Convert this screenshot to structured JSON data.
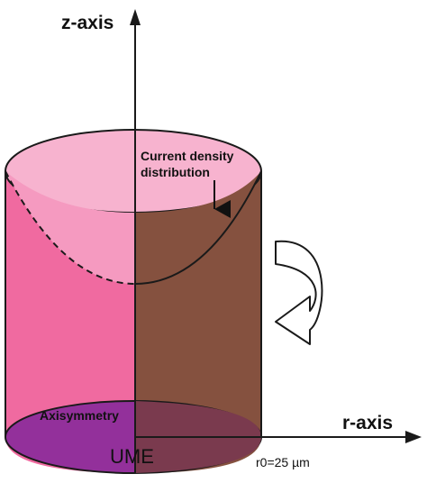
{
  "labels": {
    "z_axis": "z-axis",
    "r_axis": "r-axis",
    "current_density_line1": "Current density",
    "current_density_line2": "distribution",
    "axisymmetry": "Axisymmetry",
    "ume": "UME",
    "r0": "r0=25 µm"
  },
  "colors": {
    "cylinder_left": "#f06aa0",
    "cylinder_top": "#f7b3cf",
    "cylinder_right_section": "#85513f",
    "base": "#93309b",
    "outline": "#1a1a1a",
    "arrow_fill": "#ffffff"
  },
  "icons": {
    "rotation_arrow": "curved-rotation-arrow-icon",
    "pointer_arrow": "arrow-down-icon"
  }
}
